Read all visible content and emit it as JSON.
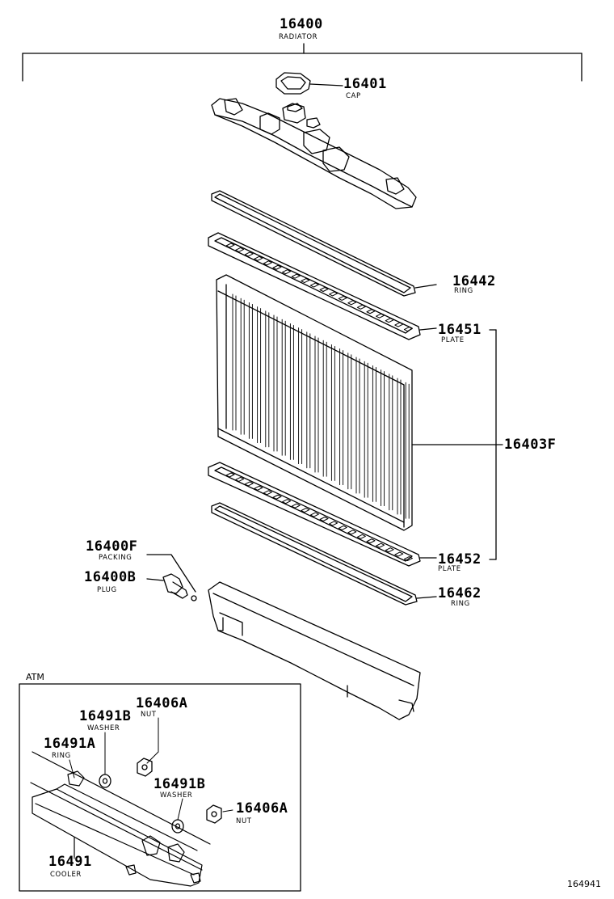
{
  "parts": {
    "radiator": {
      "number": "16400",
      "name": "RADIATOR"
    },
    "cap": {
      "number": "16401",
      "name": "CAP"
    },
    "ring_upper": {
      "number": "16442",
      "name": "RING"
    },
    "plate_upper": {
      "number": "16451",
      "name": "PLATE"
    },
    "core": {
      "number": "16403F",
      "name": ""
    },
    "packing": {
      "number": "16400F",
      "name": "PACKING"
    },
    "plug": {
      "number": "16400B",
      "name": "PLUG"
    },
    "plate_lower": {
      "number": "16452",
      "name": "PLATE"
    },
    "ring_lower": {
      "number": "16462",
      "name": "RING"
    }
  },
  "atm": {
    "title": "ATM",
    "nut_1": {
      "number": "16406A",
      "name": "NUT"
    },
    "washer_1": {
      "number": "16491B",
      "name": "WASHER"
    },
    "ring": {
      "number": "16491A",
      "name": "RING"
    },
    "washer_2": {
      "number": "16491B",
      "name": "WASHER"
    },
    "nut_2": {
      "number": "16406A",
      "name": "NUT"
    },
    "cooler": {
      "number": "16491",
      "name": "COOLER"
    }
  },
  "diagram_id": "164941"
}
